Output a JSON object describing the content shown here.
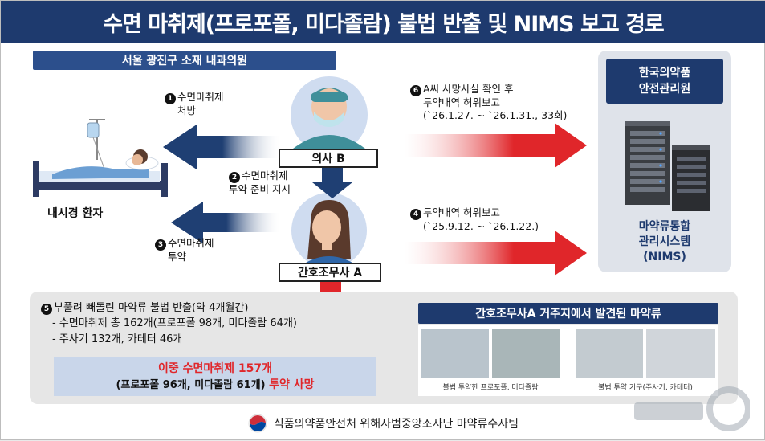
{
  "title": "수면 마취제(프로포폴, 미다졸람) 불법 반출 및 NIMS 보고 경로",
  "clinic": "서울 광진구 소재 내과의원",
  "patient": "내시경 환자",
  "doctor": "의사 B",
  "nurse": "간호조무사 A",
  "steps": {
    "s1": {
      "num": "1",
      "lines": [
        "수면마취제",
        "처방"
      ]
    },
    "s2": {
      "num": "2",
      "lines": [
        "수면마취제",
        "투약 준비 지시"
      ]
    },
    "s3": {
      "num": "3",
      "lines": [
        "수면마취제",
        "투약"
      ]
    },
    "s4": {
      "num": "4",
      "lines": [
        "투약내역 허위보고",
        "(`25.9.12. ~ `26.1.22.)"
      ]
    },
    "s6": {
      "num": "6",
      "lines": [
        "A씨 사망사실 확인 후",
        "투약내역 허위보고",
        "(`26.1.27. ~ `26.1.31., 33회)"
      ]
    }
  },
  "nims": {
    "org_lines": [
      "한국의약품",
      "안전관리원"
    ],
    "sys_lines": [
      "마약류통합",
      "관리시스템",
      "(NIMS)"
    ]
  },
  "bottom": {
    "num": "5",
    "heading": "부풀려 빼돌린 마약류 불법 반출(약 4개월간)",
    "items": [
      "- 수면마취제 총 162개(프로포폴 98개, 미다졸람 64개)",
      "- 주사기 132개, 카테터 46개"
    ],
    "death_line1": "이중 수면마취제 157개",
    "death_line2_a": "(프로포폴 96개, 미다졸람 61개) ",
    "death_line2_b": "투약 사망"
  },
  "found": {
    "title": "간호조무사A 거주지에서 발견된 마약류",
    "caption_left": "불법 투약한 프로포폴, 미다졸람",
    "caption_right": "불법 투약 기구(주사기, 카테터)"
  },
  "footer": "식품의약품안전처 위해사범중앙조사단 마약류수사팀",
  "colors": {
    "navy": "#1e3a6e",
    "red": "#e0262a",
    "arrow_blue": "#1f3f73"
  }
}
